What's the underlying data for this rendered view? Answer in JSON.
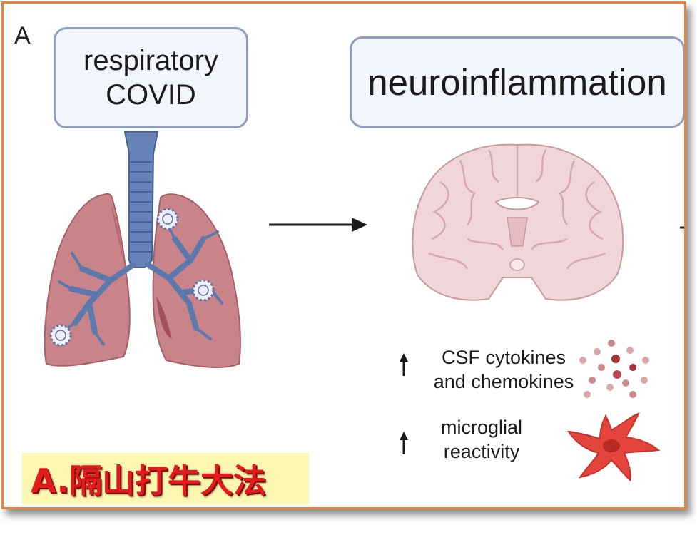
{
  "panel_label": "A",
  "respiratory_box": {
    "line1": "respiratory",
    "line2": "COVID"
  },
  "neuro_box": {
    "title": "neuroinflammation"
  },
  "markers": [
    {
      "line1": "CSF cytokines",
      "line2": "and chemokines",
      "direction": "up"
    },
    {
      "line1": "microglial",
      "line2": "reactivity",
      "direction": "up"
    }
  ],
  "banner": {
    "text": "A.隔山打牛大法"
  },
  "icons": [
    "lungs-icon",
    "virus-icon",
    "right-arrow-icon",
    "brain-icon",
    "cytokine-dots-icon",
    "microglia-cell-icon",
    "up-arrow-icon"
  ],
  "colors": {
    "frame": "#e8843c",
    "box_border": "#8e9fc3",
    "box_fill": "#f2f5fb",
    "lung": "#c9848a",
    "trachea": "#5c79ad",
    "brain": "#f0d6d8",
    "microglia": "#e3453c",
    "banner_bg": "#fbf7b0",
    "banner_text": "#e51b1b"
  }
}
